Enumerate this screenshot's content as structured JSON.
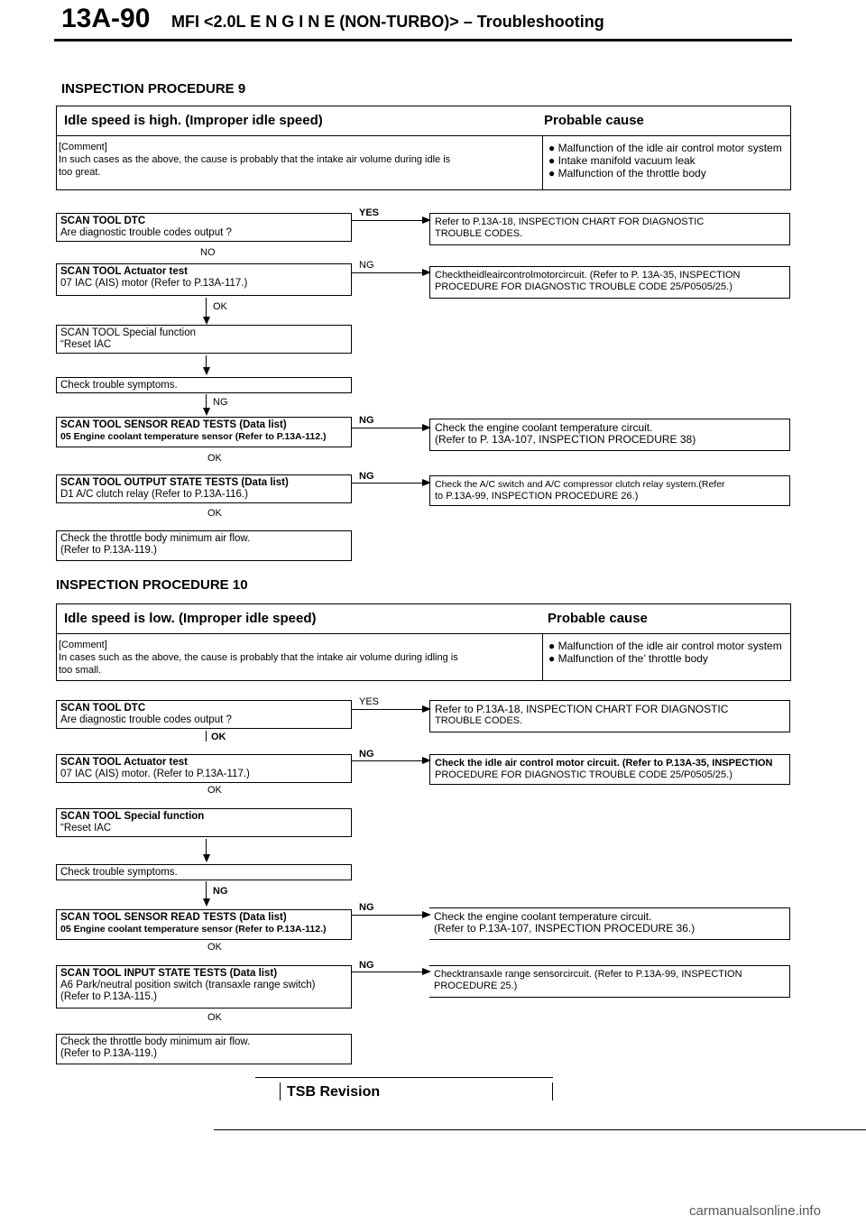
{
  "header": {
    "page_number": "13A-90",
    "title": "MFI <2.0L E N G I N E (NON-TURBO)> – Troubleshooting"
  },
  "proc9": {
    "heading": "INSPECTION PROCEDURE 9",
    "symptom": "Idle speed is high. (Improper idle speed)",
    "probable_cause_title": "Probable cause",
    "comment_label": "[Comment]",
    "comment_line1": "In such cases as the above, the cause is probably that the intake air volume during idle is",
    "comment_line2": "too great.",
    "causes": [
      "Malfunction of the idle air control motor system",
      "Intake manifold vacuum leak",
      "Malfunction of the throttle body"
    ],
    "steps": [
      {
        "title": "SCAN TOOL DTC",
        "line2": "Are diagnostic trouble codes output ?"
      },
      {
        "title": "SCAN TOOL Actuator test",
        "line2": "07 IAC (AIS) motor (Refer to P.13A-117.)"
      },
      {
        "title": "SCAN TOOL Special function",
        "line2": "“Reset IAC"
      },
      {
        "title": "Check trouble symptoms.",
        "line2": ""
      },
      {
        "title": "SCAN TOOL SENSOR READ TESTS (Data list)",
        "line2": "05 Engine coolant temperature sensor (Refer to P.13A-112.)"
      },
      {
        "title": "SCAN TOOL OUTPUT STATE TESTS (Data list)",
        "line2": "D1 A/C clutch relay (Refer to P.13A-116.)"
      },
      {
        "title": "Check the throttle body minimum air flow.",
        "line2": "(Refer to P.13A-119.)"
      }
    ],
    "results": [
      {
        "line1": "Refer to P.13A-18, INSPECTION CHART FOR DIAGNOSTIC",
        "line2": "TROUBLE CODES."
      },
      {
        "line1": "Checktheidleaircontrolmotorcircuit. (Refer to P. 13A-35, INSPECTION",
        "line2": "PROCEDURE FOR DIAGNOSTIC TROUBLE CODE 25/P0505/25.)"
      },
      {
        "line1": "Check the engine coolant temperature circuit.",
        "line2": "(Refer to P. 13A-107, INSPECTION PROCEDURE 38)"
      },
      {
        "line1": "Check the A/C switch and A/C compressor clutch relay system.(Refer",
        "line2": "to P.13A-99, INSPECTION PROCEDURE 26.)"
      }
    ],
    "labels": {
      "yes": "YES",
      "no": "NO",
      "ng1": "NG",
      "ok1": "OK",
      "ng2": "NG",
      "ng3": "NG",
      "ok2": "OK",
      "ng4": "NG",
      "ok3": "OK"
    }
  },
  "proc10": {
    "heading": "INSPECTION PROCEDURE 10",
    "symptom": "Idle speed is low. (Improper idle speed)",
    "probable_cause_title": "Probable cause",
    "comment_label": "[Comment]",
    "comment_line1": "In cases such as the above, the cause is probably that the intake air volume during idling is",
    "comment_line2": "too small.",
    "causes": [
      "Malfunction of the idle air control motor system",
      "Malfunction of the’ throttle body"
    ],
    "steps": [
      {
        "title": "SCAN TOOL DTC",
        "line2": "Are diagnostic trouble codes output ?"
      },
      {
        "title": "SCAN TOOL Actuator test",
        "line2": "07 IAC (AIS) motor. (Refer to P.13A-117.)"
      },
      {
        "title": "SCAN TOOL Special function",
        "line2": "“Reset IAC"
      },
      {
        "title": "Check trouble symptoms.",
        "line2": ""
      },
      {
        "title": "SCAN TOOL SENSOR READ TESTS (Data list)",
        "line2": "05 Engine coolant temperature sensor (Refer to P.13A-112.)"
      },
      {
        "title": "SCAN TOOL INPUT STATE TESTS (Data list)",
        "line2": "A6 Park/neutral position switch (transaxle range switch)",
        "line3": "(Refer to P.13A-115.)"
      },
      {
        "title": "Check the throttle body minimum air flow.",
        "line2": "(Refer to P.13A-119.)"
      }
    ],
    "results": [
      {
        "line1": "Refer to P.13A-18, INSPECTION CHART FOR DIAGNOSTIC",
        "line2": "TROUBLE CODES."
      },
      {
        "line1": "Check the idle air control motor circuit. (Refer to P.13A-35, INSPECTION",
        "line2": "PROCEDURE FOR DIAGNOSTIC TROUBLE CODE 25/P0505/25.)"
      },
      {
        "line1": "Check the engine coolant temperature circuit.",
        "line2": "(Refer to P.13A-107, INSPECTION PROCEDURE 36.)"
      },
      {
        "line1": "Checktransaxle range sensorcircuit. (Refer to P.13A-99, INSPECTION",
        "line2": "PROCEDURE 25.)"
      }
    ],
    "labels": {
      "yes": "YES",
      "ok1": "OK",
      "ng1": "NG",
      "ok2": "OK",
      "ng2": "NG",
      "ng3": "NG",
      "ok3": "OK",
      "ng4": "NG",
      "ok4": "OK"
    }
  },
  "footer": {
    "tsb": "TSB Revision",
    "watermark": "carmanualsonline.info"
  }
}
